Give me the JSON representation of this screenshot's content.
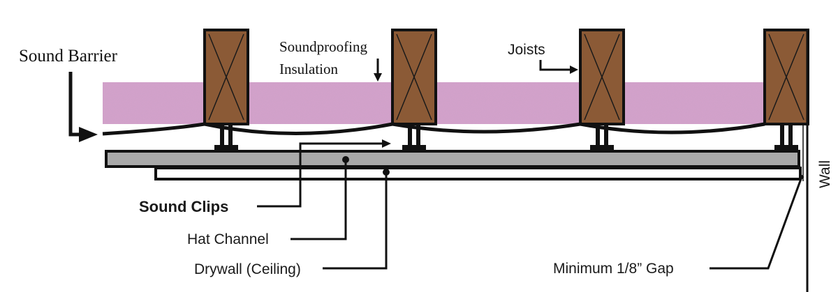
{
  "labels": {
    "sound_barrier": "Sound Barrier",
    "soundproofing_line1": "Soundproofing",
    "soundproofing_line2": "Insulation",
    "joists": "Joists",
    "sound_clips": "Sound Clips",
    "hat_channel": "Hat Channel",
    "drywall": "Drywall (Ceiling)",
    "min_gap": "Minimum 1/8” Gap",
    "wall": "Wall"
  },
  "colors": {
    "insulation": "#d4a2cb",
    "joist_wood": "#8b5a36",
    "hat_channel": "#a9a9a9",
    "line": "#111111"
  }
}
